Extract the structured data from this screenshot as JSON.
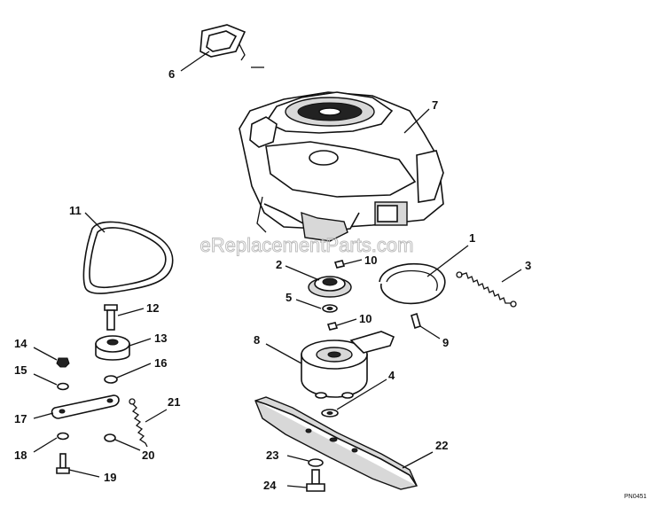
{
  "watermark": "eReplacementParts.com",
  "drawing_code": "PN0451",
  "callouts": {
    "c1": "1",
    "c2": "2",
    "c3": "3",
    "c4": "4",
    "c5": "5",
    "c6": "6",
    "c7": "7",
    "c8": "8",
    "c9": "9",
    "c10a": "10",
    "c10b": "10",
    "c11": "11",
    "c12": "12",
    "c13": "13",
    "c14": "14",
    "c15": "15",
    "c16": "16",
    "c17": "17",
    "c18": "18",
    "c19": "19",
    "c20": "20",
    "c21": "21",
    "c22": "22",
    "c23": "23",
    "c24": "24"
  }
}
